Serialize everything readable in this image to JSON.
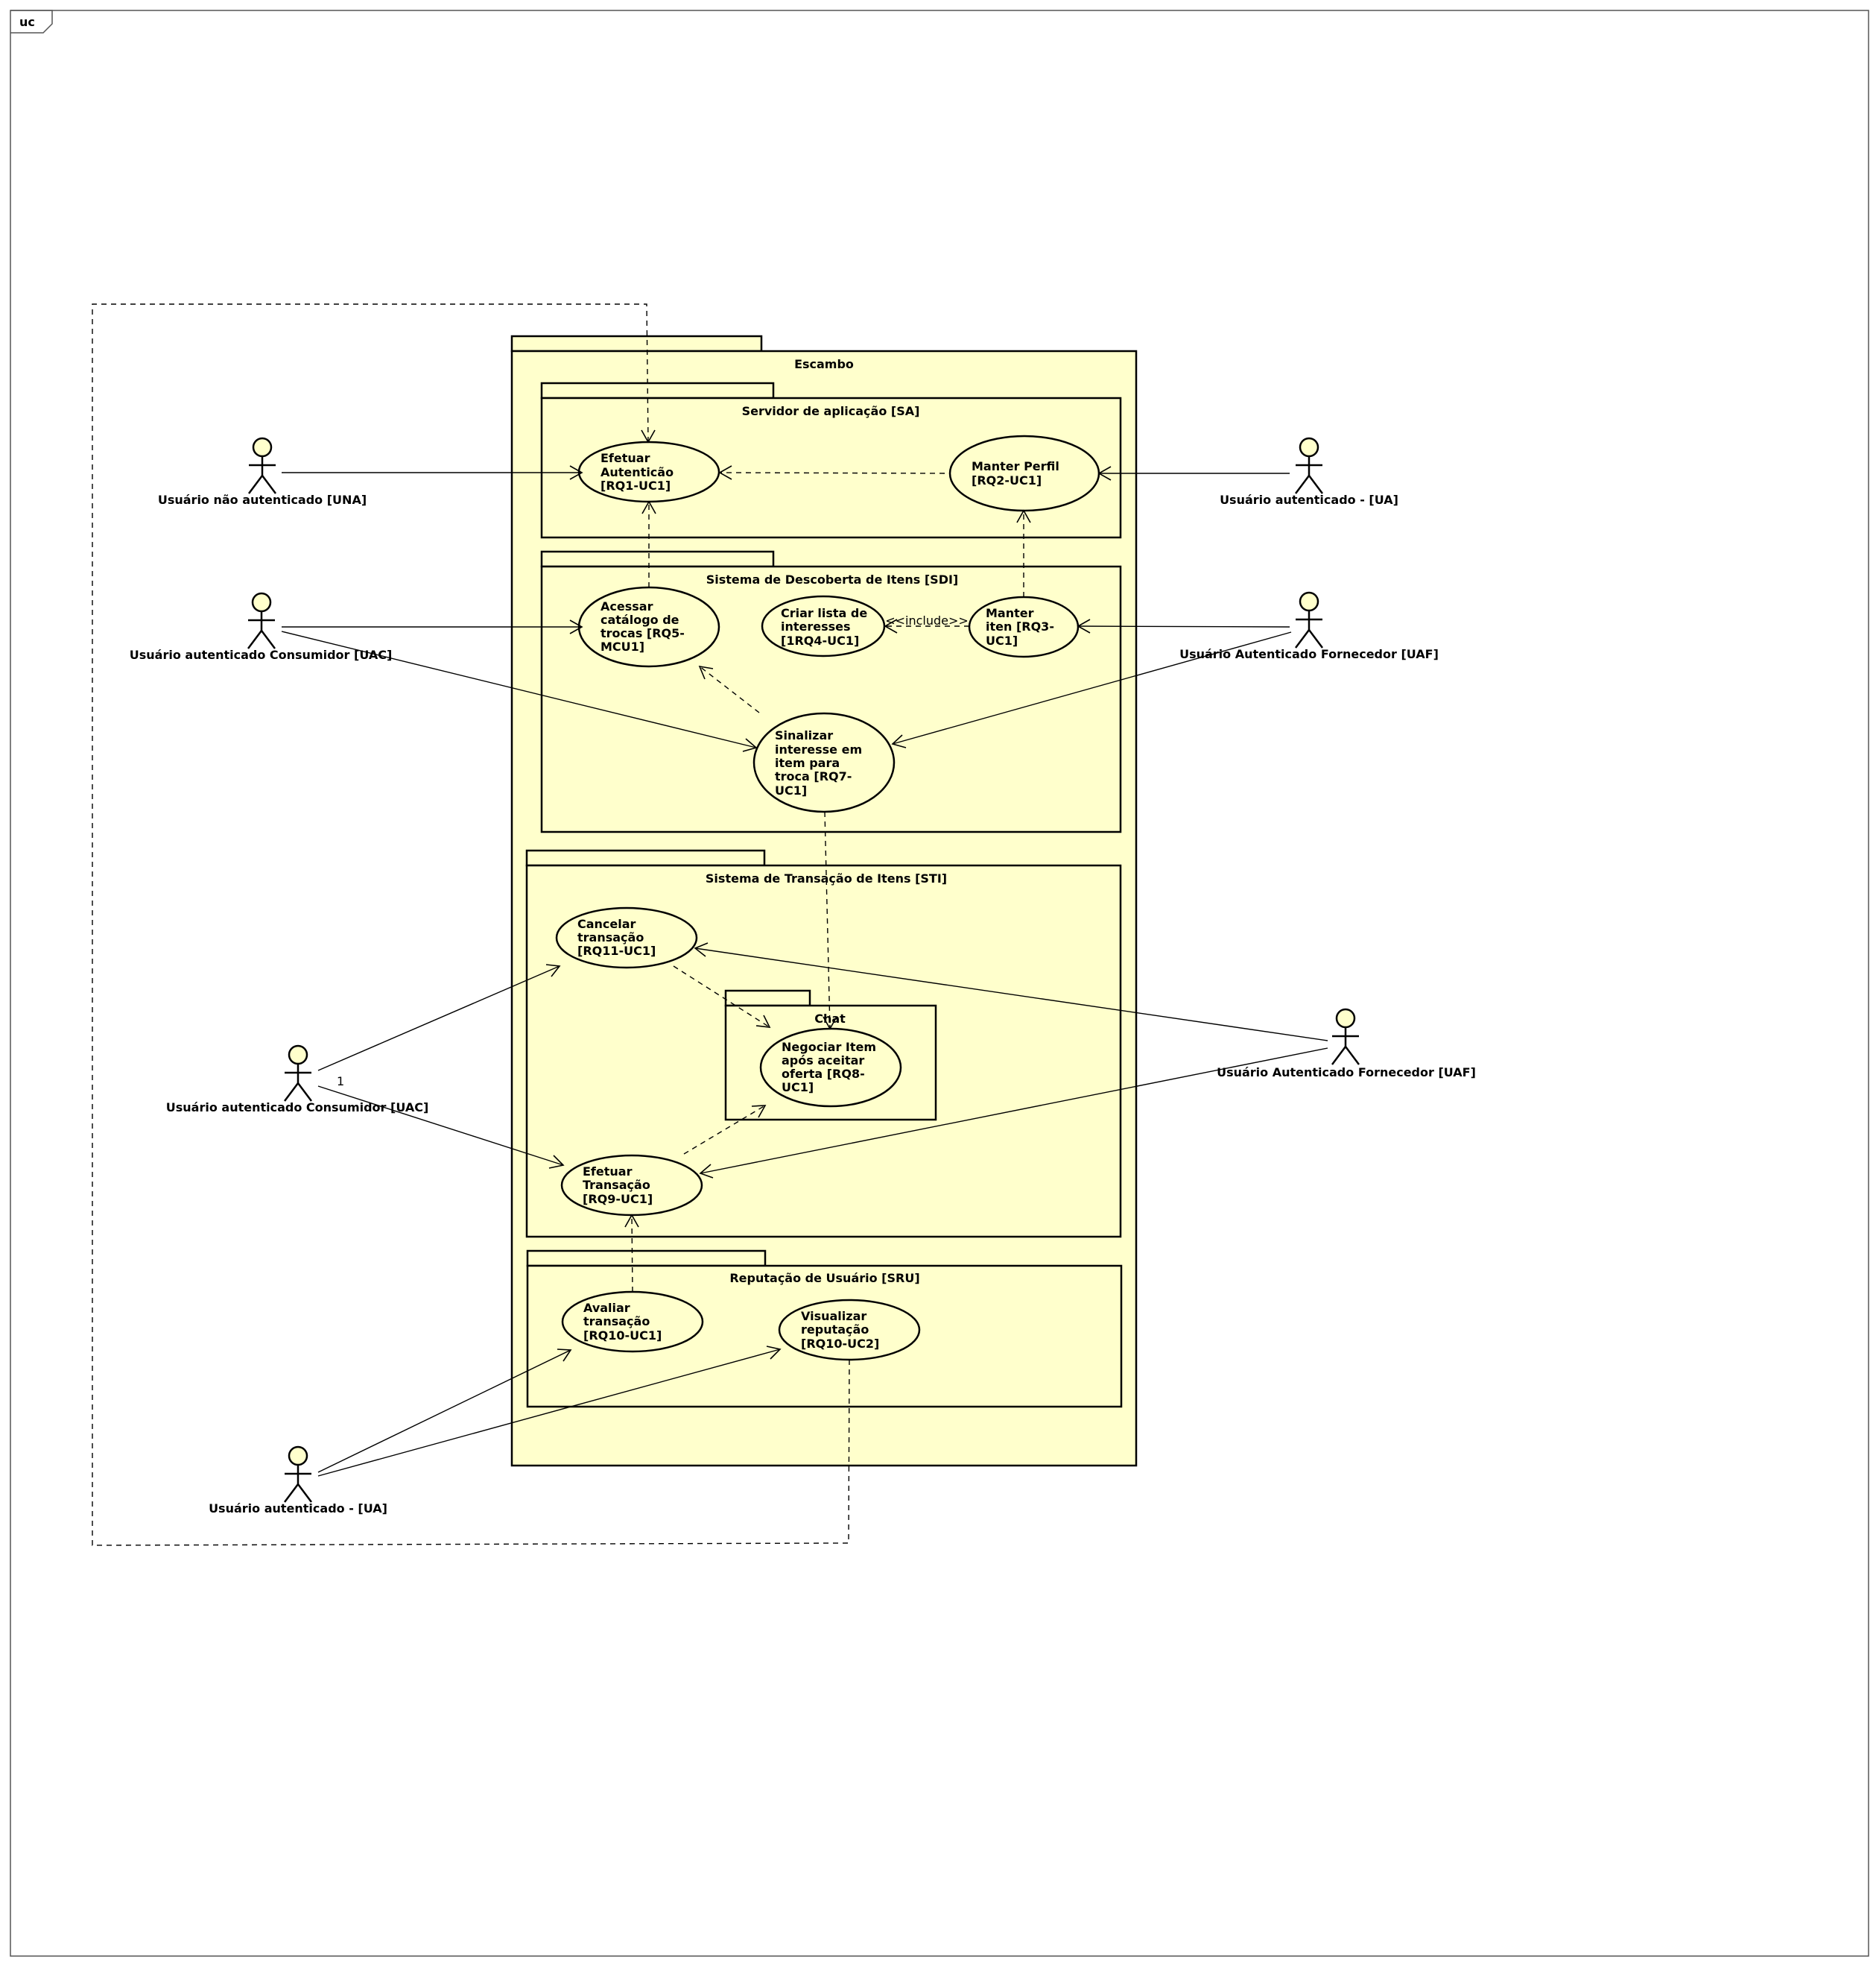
{
  "frame": {
    "label": "uc"
  },
  "colors": {
    "package_fill": "#ffffcc",
    "actor_head_fill": "#ffffcc",
    "line": "#000000"
  },
  "packages": {
    "escambo": "Escambo",
    "sa": "Servidor de aplicação [SA]",
    "sdi": "Sistema de Descoberta de Itens [SDI]",
    "sti": "Sistema de Transação de Itens [STI]",
    "chat": "Chat",
    "sru": "Reputação de Usuário [SRU]"
  },
  "use_cases": {
    "rq1": [
      "Efetuar",
      "Autenticão",
      "[RQ1-UC1]"
    ],
    "rq2": [
      "Manter Perfil",
      "[RQ2-UC1]"
    ],
    "rq5": [
      "Acessar",
      "catálogo de",
      "trocas [RQ5-",
      "MCU1]"
    ],
    "rq4": [
      "Criar lista de",
      "interesses",
      "[1RQ4-UC1]"
    ],
    "rq3": [
      "Manter",
      "iten [RQ3-",
      "UC1]"
    ],
    "rq7": [
      "Sinalizar",
      "interesse em",
      "item para",
      "troca [RQ7-",
      "UC1]"
    ],
    "rq11": [
      "Cancelar",
      "transação",
      "[RQ11-UC1]"
    ],
    "rq8": [
      "Negociar Item",
      "após aceitar",
      "oferta [RQ8-",
      "UC1]"
    ],
    "rq9": [
      "Efetuar",
      "Transação",
      "[RQ9-UC1]"
    ],
    "rq10a": [
      "Avaliar",
      "transação",
      "[RQ10-UC1]"
    ],
    "rq10b": [
      "Visualizar",
      "reputação",
      "[RQ10-UC2]"
    ]
  },
  "actors": {
    "una": "Usuário não autenticado [UNA]",
    "ua_top": "Usuário autenticado - [UA]",
    "uac_top": "Usuário autenticado Consumidor [UAC]",
    "uaf_top": "Usuário Autenticado Fornecedor [UAF]",
    "uac_bottom": "Usuário autenticado Consumidor [UAC]",
    "uaf_bottom": "Usuário Autenticado Fornecedor [UAF]",
    "ua_bottom": "Usuário autenticado - [UA]"
  },
  "labels": {
    "include": "<<include>>",
    "multiplicity": "1"
  }
}
